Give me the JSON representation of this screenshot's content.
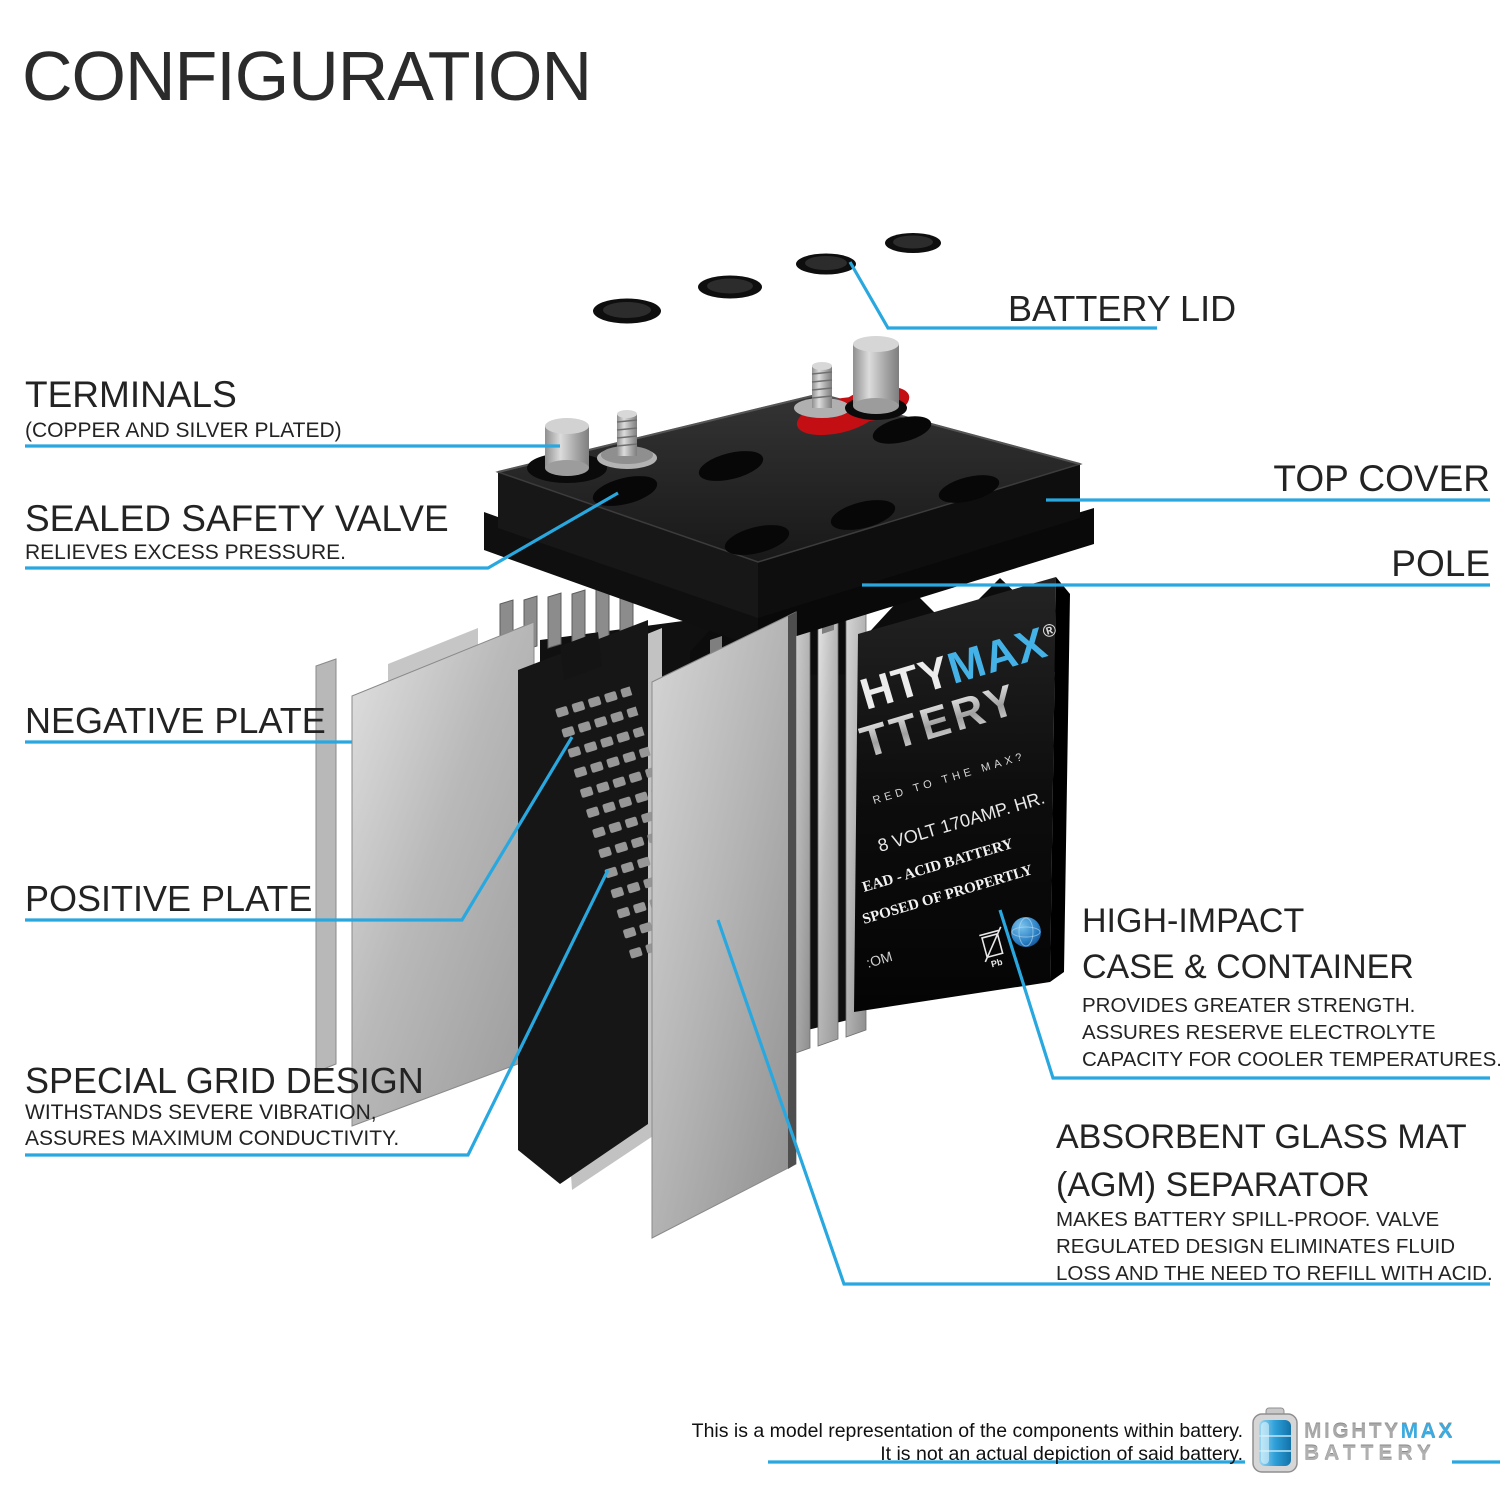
{
  "title": "CONFIGURATION",
  "colors": {
    "accent": "#29a8e0",
    "brand_blue": "#3aace2",
    "terminal_red": "#c30e13"
  },
  "callouts": {
    "battery_lid": {
      "label": "BATTERY LID"
    },
    "terminals": {
      "label": "TERMINALS",
      "sub": "(COPPER AND SILVER PLATED)"
    },
    "top_cover": {
      "label": "TOP COVER"
    },
    "sealed_safety_valve": {
      "label": "SEALED SAFETY VALVE",
      "sub": "RELIEVES EXCESS PRESSURE."
    },
    "pole": {
      "label": "POLE"
    },
    "negative_plate": {
      "label": "NEGATIVE PLATE"
    },
    "positive_plate": {
      "label": "POSITIVE PLATE"
    },
    "special_grid": {
      "label": "SPECIAL GRID DESIGN",
      "sub1": "WITHSTANDS SEVERE VIBRATION,",
      "sub2": "ASSURES MAXIMUM CONDUCTIVITY."
    },
    "high_impact": {
      "label1": "HIGH-IMPACT",
      "label2": "CASE & CONTAINER",
      "sub1": "PROVIDES GREATER STRENGTH.",
      "sub2": "ASSURES RESERVE ELECTROLYTE",
      "sub3": "CAPACITY FOR COOLER TEMPERATURES."
    },
    "agm": {
      "label1": "ABSORBENT GLASS MAT",
      "label2": "(AGM) SEPARATOR",
      "sub1": "MAKES BATTERY SPILL-PROOF. VALVE",
      "sub2": "REGULATED DESIGN ELIMINATES FLUID",
      "sub3": "LOSS AND THE NEED TO REFILL WITH ACID."
    }
  },
  "battery_face": {
    "brand_gray": "HTY",
    "brand_blue": "MAX",
    "brand_reg": "®",
    "brand_line2": "TTERY",
    "tagline": "RED TO THE MAX?",
    "spec": "8 VOLT 170AMP. HR.",
    "line1": "EAD - ACID BATTERY",
    "line2": "SPOSED OF PROPERTLY",
    "partial_url": ":OM",
    "pb_label": "Pb"
  },
  "footer": {
    "disclaimer1": "This is a model representation of the components within battery.",
    "disclaimer2": "It is not an actual depiction of said battery.",
    "logo_gray": "MIGHTY",
    "logo_blue": "MAX",
    "logo_line2": "BATTERY"
  }
}
